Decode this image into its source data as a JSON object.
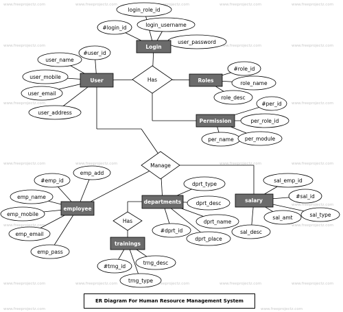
{
  "watermark": "www.freeprojectz.com",
  "caption": "ER Diagram For Human Resource Management System",
  "colors": {
    "entity_fill": "#6b6b6b",
    "line": "#000000",
    "background": "#ffffff"
  },
  "entities": {
    "login": "Login",
    "user": "User",
    "roles": "Roles",
    "permission": "Permission",
    "employee": "employee",
    "departments": "departments",
    "salary": "salary",
    "trainings": "trainings"
  },
  "relationships": {
    "has_top": "Has",
    "manage": "Manage",
    "has_bottom": "Has"
  },
  "attributes": {
    "login_role_id": "login_role_id",
    "login_id": "#login_id",
    "login_username": "login_username",
    "user_password": "user_password",
    "user_name": "user_name",
    "user_id": "#user_id",
    "user_mobile": "user_mobile",
    "user_email": "user_email",
    "user_address": "user_address",
    "role_id": "#role_id",
    "role_name": "role_name",
    "role_desc": "role_desc",
    "per_id": "#per_id",
    "per_role_id": "per_role_id",
    "per_name": "per_name",
    "per_module": "per_module",
    "emp_id": "#emp_id",
    "emp_add": "emp_add",
    "emp_name": "emp_name",
    "emp_mobile": "emp_mobile",
    "emp_email": "emp_email",
    "emp_pass": "emp_pass",
    "dprt_type": "dprt_type",
    "dprt_desc": "dprt_desc",
    "dprt_name": "dprt_name",
    "dprt_id": "#dprt_id",
    "dprt_place": "dprt_place",
    "sal_emp_id": "sal_emp_id",
    "sal_id": "#sal_id",
    "sal_amt": "sal_amt",
    "sal_type": "sal_type",
    "sal_desc": "sal_desc",
    "trng_id": "#trng_id",
    "trng_desc": "trng_desc",
    "trng_type": "trng_type"
  }
}
